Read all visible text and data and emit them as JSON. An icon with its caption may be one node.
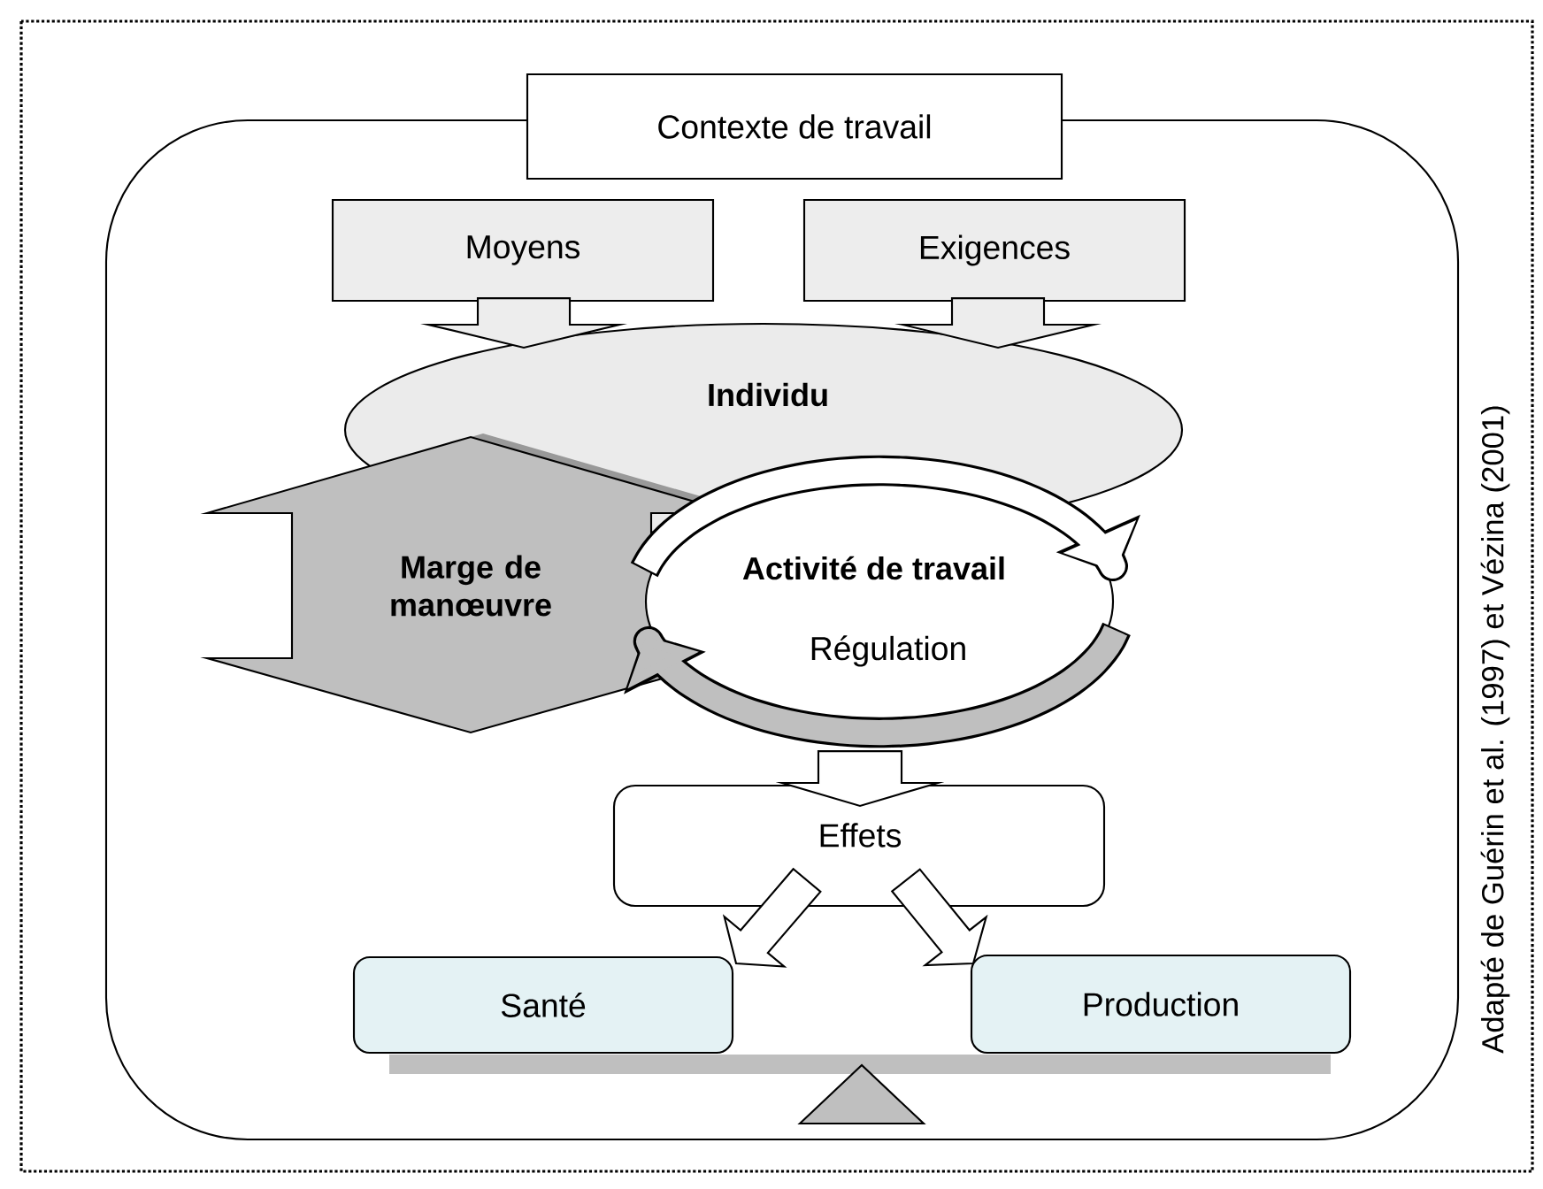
{
  "diagram": {
    "nodes": [
      {
        "text": [
          "Contexte de travail"
        ]
      },
      {
        "text": [
          "Moyens"
        ],
        "in": 0
      },
      {
        "text": [
          "Exigences"
        ],
        "in": 0
      },
      {
        "text": [
          "Individu"
        ],
        "in": 0
      },
      {
        "text": [
          "Marge de manœuvre"
        ],
        "in": 0
      },
      {
        "text": [
          "Activité de travail",
          "Régulation"
        ],
        "in": 0
      },
      {
        "text": [
          "Effets"
        ],
        "in": 0
      },
      {
        "text": [
          "Santé"
        ],
        "in": 0
      },
      {
        "text": [
          "Production"
        ],
        "in": 0
      }
    ],
    "edges": [
      {
        "from": 1,
        "to": 3,
        "arrow": "to"
      },
      {
        "from": 2,
        "to": 3,
        "arrow": "to"
      },
      {
        "from": 5,
        "to": 6,
        "arrow": "to"
      },
      {
        "from": 6,
        "to": 7,
        "arrow": "to"
      },
      {
        "from": 6,
        "to": 8,
        "arrow": "to"
      }
    ],
    "labels": [
      "Adapté de Guérin et al. (1997) et Vézina (2001)"
    ]
  }
}
